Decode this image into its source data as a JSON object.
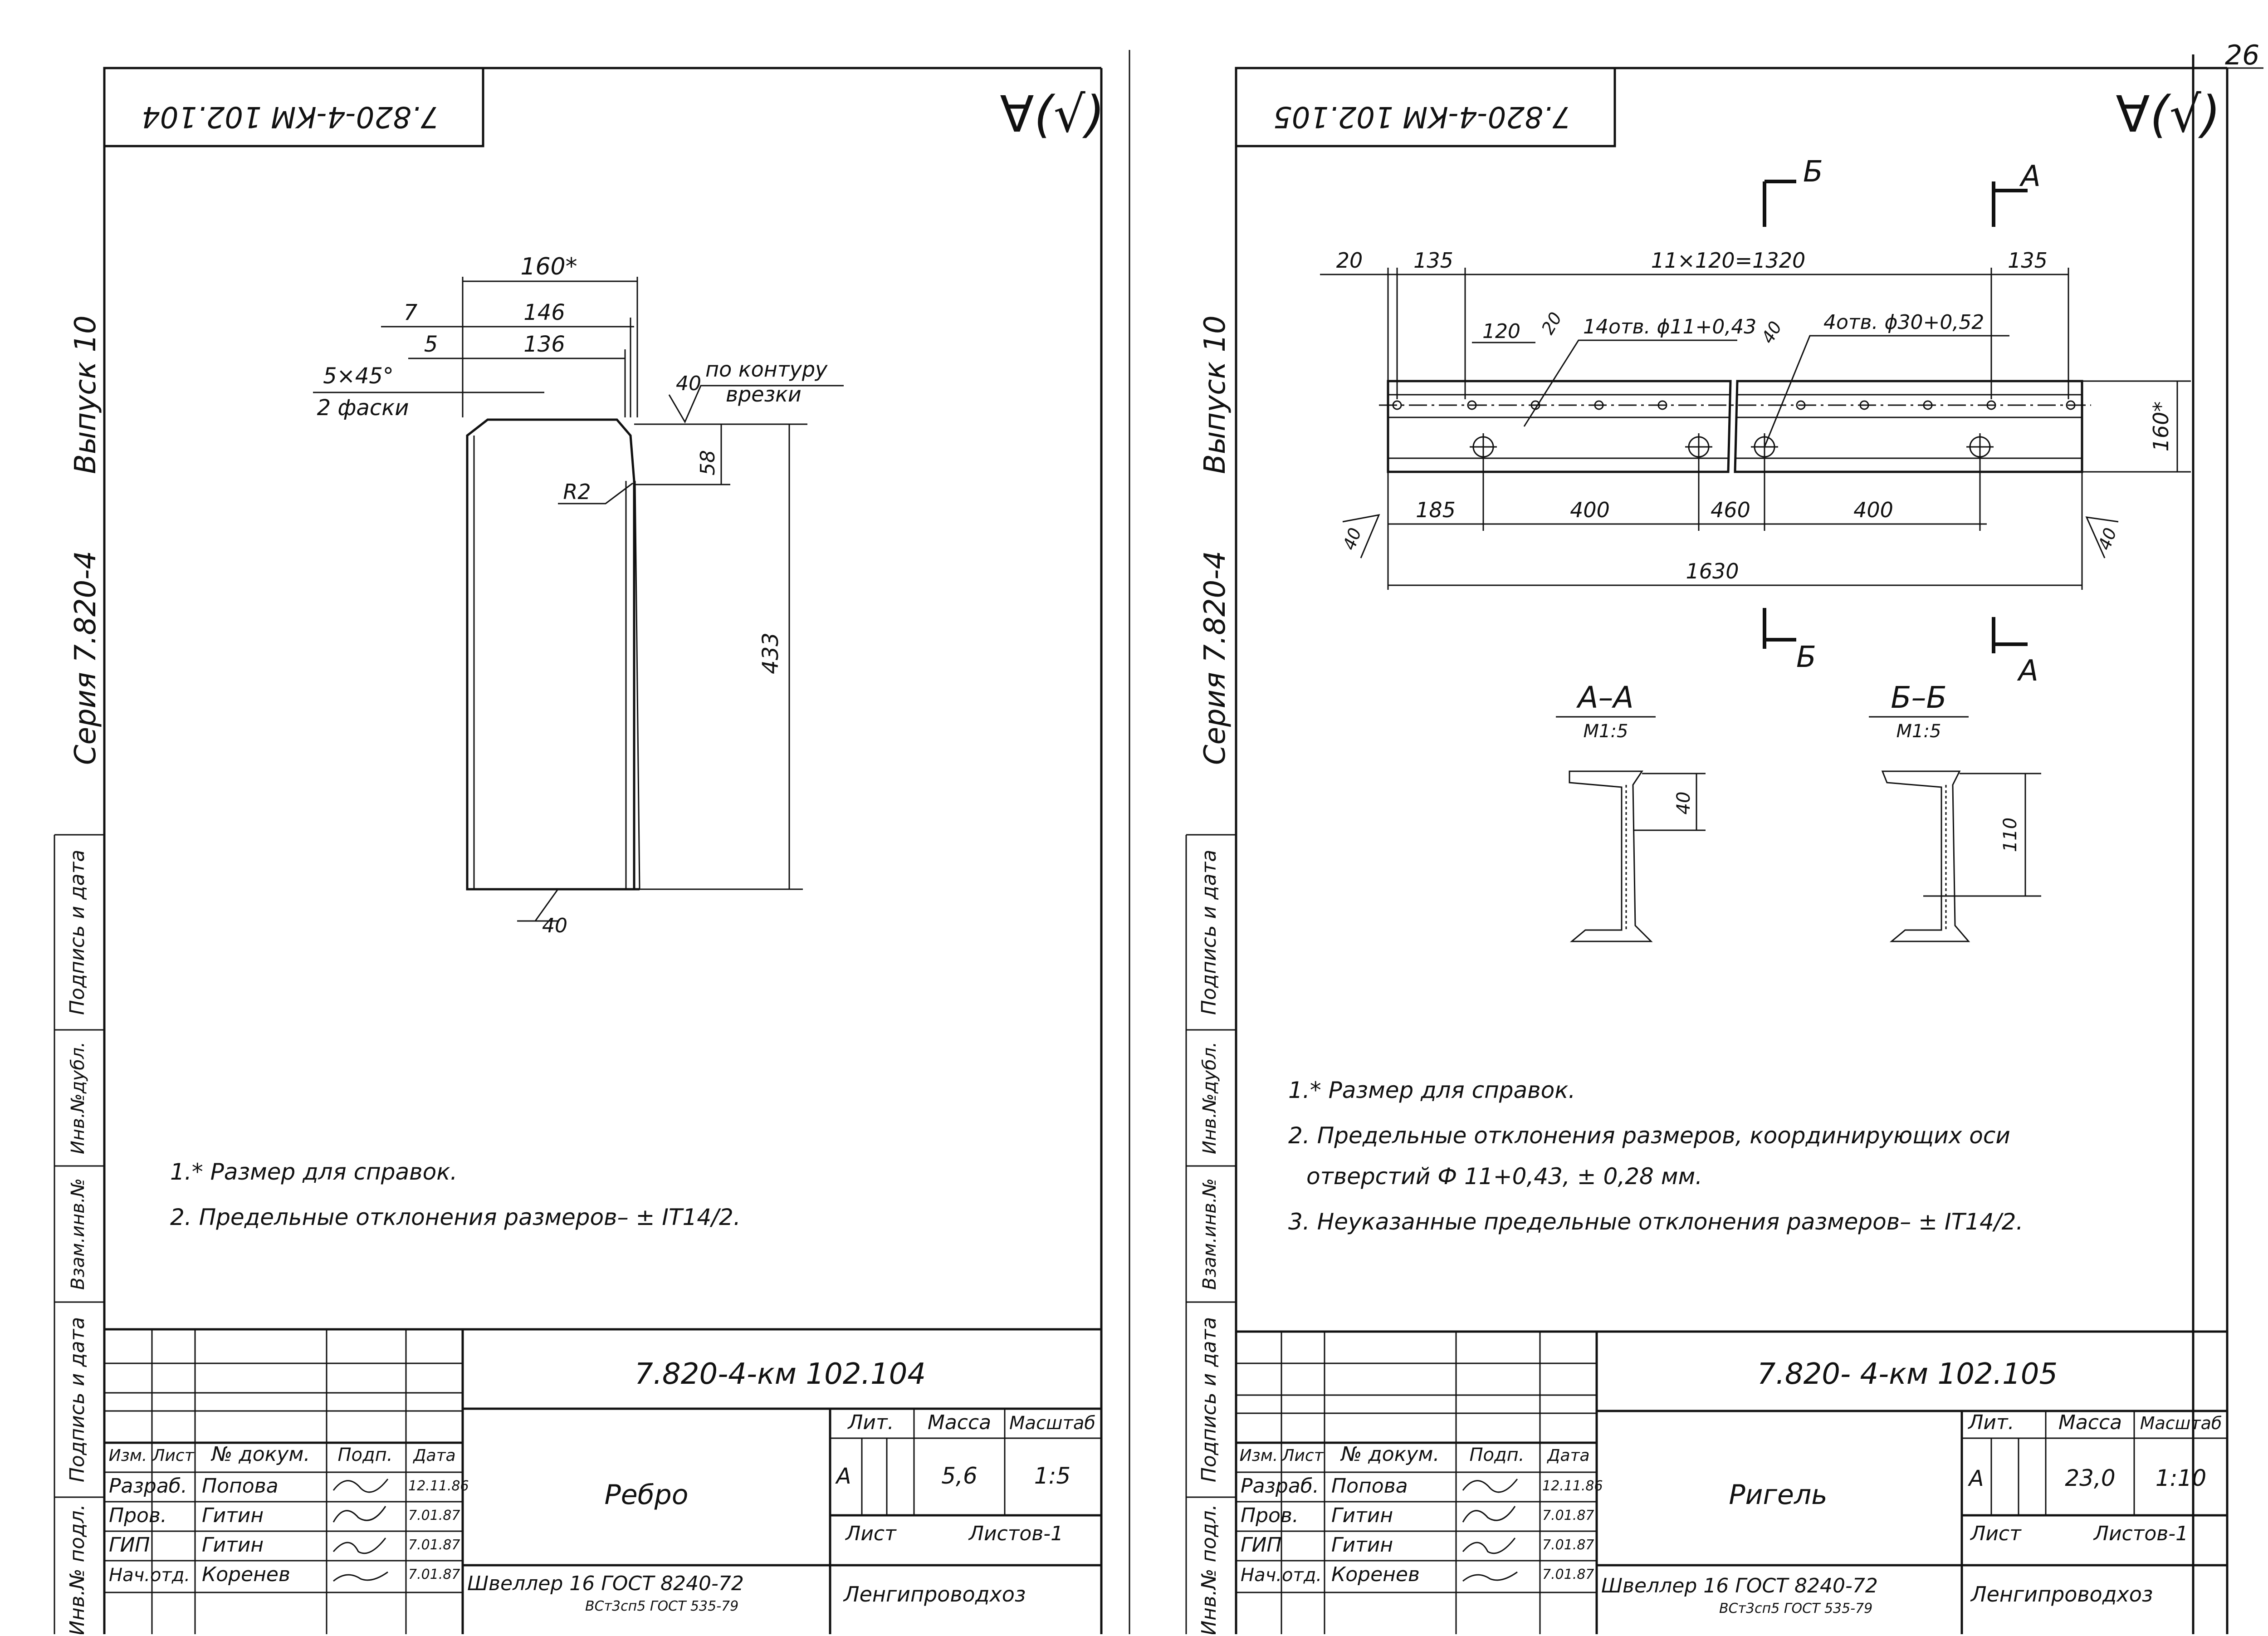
{
  "page_number": "26",
  "sheets": [
    {
      "doc_code": "7.820-4-КМ 102.104",
      "roughness": "∀(√)",
      "side_labels": {
        "issue": "Выпуск 10",
        "series": "Серия 7.820-4",
        "stamp_fields": [
          "Подпись и дата",
          "Взам.инв.№",
          "Инв.№дубл.",
          "Подпись и дата",
          "Инв.№ подл."
        ]
      },
      "drawing": {
        "dims": [
          "160*",
          "146",
          "136",
          "7",
          "5",
          "5×45°",
          "2 фаски",
          "40",
          "по контуру",
          "врезки",
          "58",
          "R2",
          "433",
          "40"
        ]
      },
      "notes": [
        "1.* Размер для справок.",
        "2. Предельные отклонения размеров– ± IT14/2."
      ],
      "title_block": {
        "code": "7.820-4-км 102.104",
        "headers": [
          "Изм.",
          "Лист",
          "№ докум.",
          "Подп.",
          "Дата"
        ],
        "rows": [
          {
            "role": "Разраб.",
            "name": "Попова",
            "date": "12.11.86"
          },
          {
            "role": "Пров.",
            "name": "Гитин",
            "date": "7.01.87"
          },
          {
            "role": "ГИП",
            "name": "Гитин",
            "date": "7.01.87"
          },
          {
            "role": "Нач.отд.",
            "name": "Коренев",
            "date": "7.01.87"
          }
        ],
        "name": "Ребро",
        "lit_label": "Лит.",
        "mass_label": "Масса",
        "scale_label": "Масштаб",
        "lit": "А",
        "mass": "5,6",
        "scale": "1:5",
        "sheet_label": "Лист",
        "sheets_label": "Листов-1",
        "material": "Швеллер 16 ГОСТ 8240-72",
        "material_sub": "ВСт3сп5 ГОСТ 535-79",
        "org": "Ленгипроводхоз"
      }
    },
    {
      "doc_code": "7.820-4-КМ 102.105",
      "roughness": "∀(√)",
      "side_labels": {
        "issue": "Выпуск 10",
        "series": "Серия 7.820-4",
        "stamp_fields": [
          "Подпись и дата",
          "Взам.инв.№",
          "Инв.№дубл.",
          "Подпись и дата",
          "Инв.№ подл."
        ]
      },
      "drawing": {
        "top_dims": [
          "20",
          "135",
          "11×120=1320",
          "135"
        ],
        "hole_labels": [
          "120",
          "20",
          "14отв. ϕ11+0,43",
          "40",
          "4отв. ϕ30+0,52"
        ],
        "bottom_dims": [
          "185",
          "400",
          "460",
          "400",
          "1630"
        ],
        "height_dim": "160*",
        "roughness_marks": [
          "40",
          "40"
        ],
        "section_marks": [
          "Б",
          "А",
          "Б",
          "А"
        ],
        "sections": [
          {
            "title": "А–А",
            "scale": "М1:5",
            "dim": "40"
          },
          {
            "title": "Б–Б",
            "scale": "М1:5",
            "dim": "110"
          }
        ]
      },
      "notes": [
        "1.* Размер для справок.",
        "2. Предельные отклонения размеров, координирующих оси",
        "отверстий Ф 11+0,43, ± 0,28 мм.",
        "3. Неуказанные предельные отклонения размеров– ± IT14/2."
      ],
      "title_block": {
        "code": "7.820- 4-км 102.105",
        "headers": [
          "Изм.",
          "Лист",
          "№ докум.",
          "Подп.",
          "Дата"
        ],
        "rows": [
          {
            "role": "Разраб.",
            "name": "Попова",
            "date": "12.11.86"
          },
          {
            "role": "Пров.",
            "name": "Гитин",
            "date": "7.01.87"
          },
          {
            "role": "ГИП",
            "name": "Гитин",
            "date": "7.01.87"
          },
          {
            "role": "Нач.отд.",
            "name": "Коренев",
            "date": "7.01.87"
          }
        ],
        "name": "Ригель",
        "lit_label": "Лит.",
        "mass_label": "Масса",
        "scale_label": "Масштаб",
        "lit": "А",
        "mass": "23,0",
        "scale": "1:10",
        "sheet_label": "Лист",
        "sheets_label": "Листов-1",
        "material": "Швеллер 16 ГОСТ 8240-72",
        "material_sub": "ВСт3сп5 ГОСТ 535-79",
        "org": "Ленгипроводхоз"
      }
    }
  ]
}
